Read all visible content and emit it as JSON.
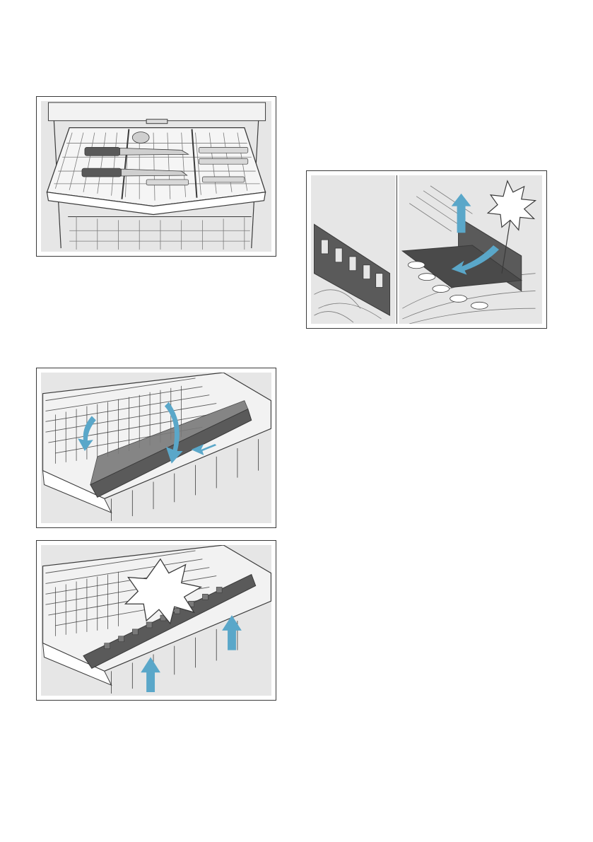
{
  "page": {
    "figures": [
      {
        "id": "cutlery-drawer-pulled-out",
        "icon": "cutlery-drawer-illustration"
      },
      {
        "id": "rack-folding-spikes",
        "icon": "folding-tines-illustration"
      },
      {
        "id": "drawer-fold-down-rack",
        "icon": "fold-down-rack-illustration"
      },
      {
        "id": "drawer-lift-rack",
        "icon": "lift-rack-illustration"
      }
    ],
    "colors": {
      "arrow": "#5aa7c9",
      "background": "#e6e6e6",
      "line": "#3a3a3a",
      "rack_dark": "#5a5a5a"
    }
  }
}
